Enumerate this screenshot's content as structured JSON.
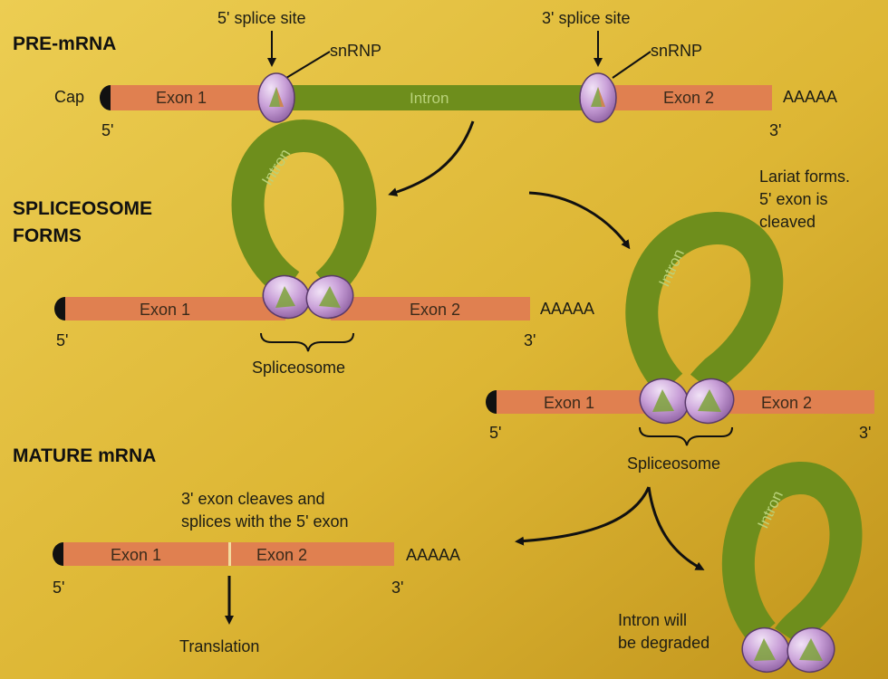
{
  "colors": {
    "background_top": "#e8c84a",
    "background_bottom": "#c79a1a",
    "exon": "#e08050",
    "intron": "#6e8e1c",
    "cap": "#111111",
    "snrnp": "#c9a0d8"
  },
  "sections": {
    "pre_mrna": "PRE-mRNA",
    "spliceosome_forms_line1": "SPLICEOSOME",
    "spliceosome_forms_line2": "FORMS",
    "mature_mrna": "MATURE mRNA"
  },
  "pre_mrna": {
    "splice5": "5' splice site",
    "splice3": "3' splice site",
    "snrnp_left": "snRNP",
    "snrnp_right": "snRNP",
    "cap": "Cap",
    "exon1": "Exon 1",
    "intron": "Intron",
    "exon2": "Exon 2",
    "polya": "AAAAA",
    "end5": "5'",
    "end3": "3'"
  },
  "spliceosome_stage": {
    "intron": "Intron",
    "exon1": "Exon 1",
    "exon2": "Exon 2",
    "polya": "AAAAA",
    "end5": "5'",
    "end3": "3'",
    "spliceosome": "Spliceosome"
  },
  "lariat_stage": {
    "note_line1": "Lariat forms.",
    "note_line2": "5' exon is",
    "note_line3": "cleaved",
    "intron": "Intron",
    "exon1": "Exon 1",
    "exon2": "Exon 2",
    "end5": "5'",
    "end3": "3'",
    "spliceosome": "Spliceosome"
  },
  "mature_stage": {
    "note_line1": "3' exon cleaves and",
    "note_line2": "splices with the 5' exon",
    "exon1": "Exon 1",
    "exon2": "Exon 2",
    "polya": "AAAAA",
    "end5": "5'",
    "end3": "3'",
    "translation": "Translation"
  },
  "degraded": {
    "intron": "Intron",
    "note_line1": "Intron will",
    "note_line2": "be degraded"
  }
}
